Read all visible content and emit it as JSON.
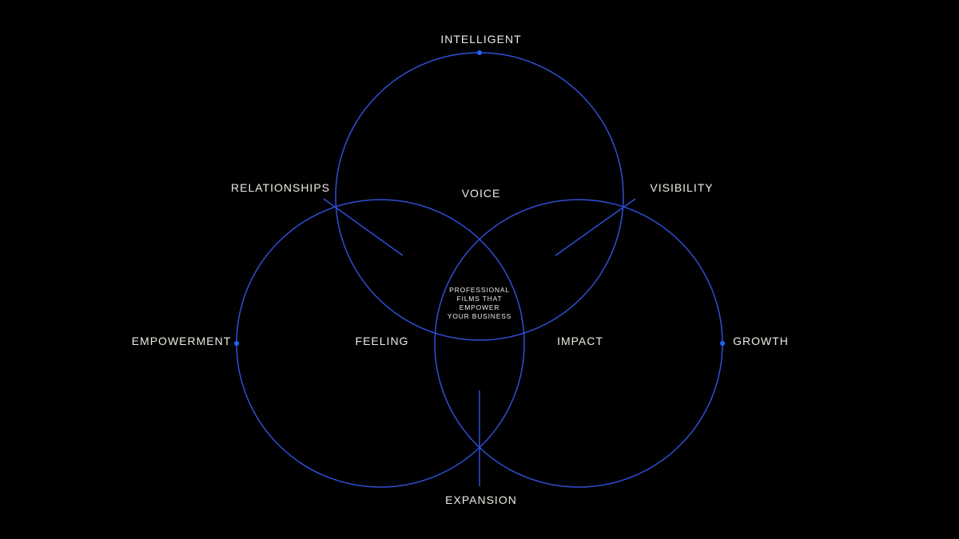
{
  "colors": {
    "circle": "#2f4fd6",
    "dot": "#1f64ff",
    "text": "#ecebe4",
    "background": "#000000"
  },
  "labels": {
    "intelligent": "INTELLIGENT",
    "relationships": "RELATIONSHIPS",
    "voice": "VOICE",
    "visibility": "VISIBILITY",
    "empowerment": "EMPOWERMENT",
    "feeling": "FEELING",
    "impact": "IMPACT",
    "growth": "GROWTH",
    "expansion": "EXPANSION"
  },
  "center_text": [
    "PROFESSIONAL",
    "FILMS THAT",
    "EMPOWER",
    "YOUR BUSINESS"
  ]
}
